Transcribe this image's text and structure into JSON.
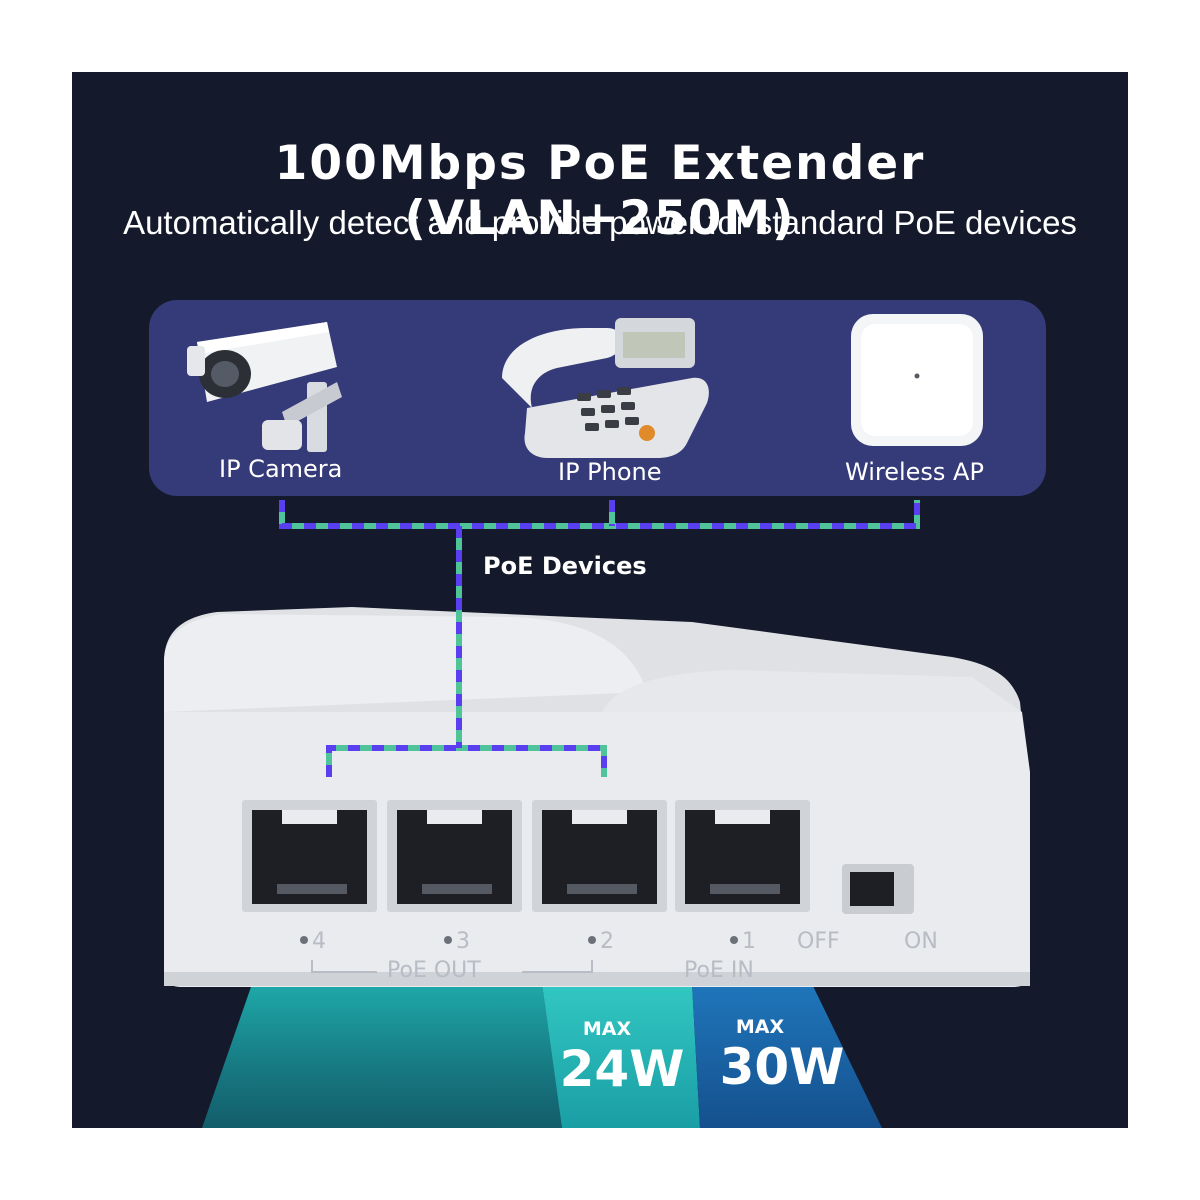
{
  "title": "100Mbps PoE Extender (VLAN+250M)",
  "subtitle": "Automatically detect and provide power for standard PoE devices",
  "devices": [
    {
      "label": "IP Camera",
      "icon": "ip-camera-icon"
    },
    {
      "label": "IP Phone",
      "icon": "ip-phone-icon"
    },
    {
      "label": "Wireless AP",
      "icon": "wireless-ap-icon"
    }
  ],
  "poe_devices_label": "PoE Devices",
  "ports": [
    {
      "label": "4"
    },
    {
      "label": "3"
    },
    {
      "label": "2"
    },
    {
      "label": "1"
    }
  ],
  "poe_out_label": "PoE OUT",
  "poe_in_label": "PoE IN",
  "switch": {
    "off_label": "OFF",
    "on_label": "ON"
  },
  "power_out": {
    "max_label": "MAX",
    "value": "24W"
  },
  "power_in": {
    "max_label": "MAX",
    "value": "30W"
  },
  "colors": {
    "background": "#141a2b",
    "panel": "#353a78",
    "line_green": "#4fc39a",
    "line_purple": "#5a3ff0",
    "beam_teal": "#1fb1b0",
    "beam_blue": "#1d6fb2"
  }
}
